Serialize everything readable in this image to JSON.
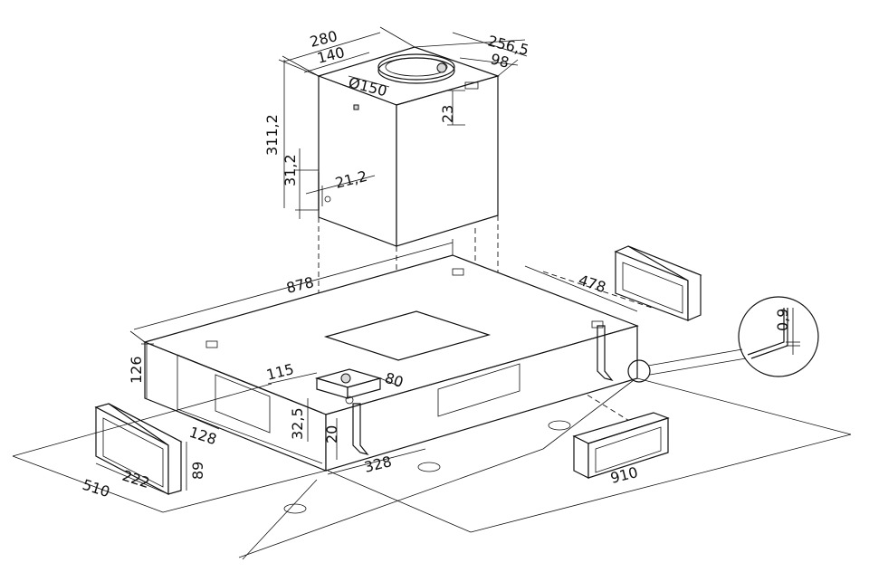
{
  "dimensions": {
    "chimney_depth": "280",
    "chimney_half": "140",
    "chimney_width": "256,5",
    "flange_offset": "98",
    "outlet_diameter": "Ø150",
    "outlet_height": "23",
    "chimney_height": "311,2",
    "bracket_drop": "31,2",
    "bracket_offset": "21,2",
    "body_width": "878",
    "side_duct_length": "478",
    "sheet_thickness": "0,9",
    "body_height": "126",
    "spigot_length": "115",
    "spigot_width": "80",
    "spigot_height": "32,5",
    "lower_offset": "20",
    "opening_depth": "128",
    "front_depth": "510",
    "duct_width": "222",
    "duct_height": "89",
    "center_distance": "328",
    "body_depth": "910"
  }
}
